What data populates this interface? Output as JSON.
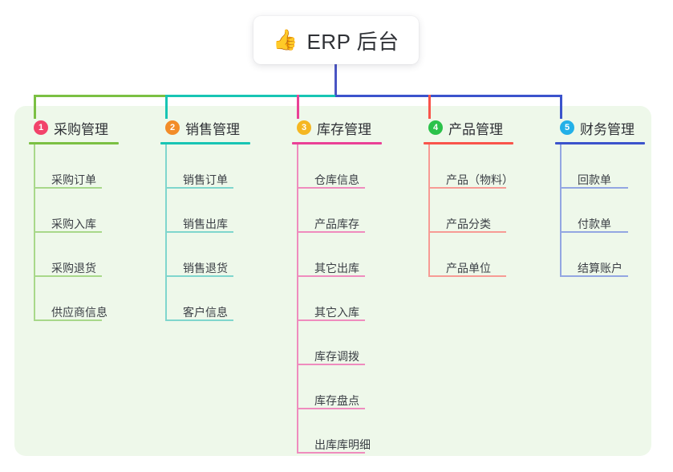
{
  "root": {
    "emoji": "👍",
    "emoji_name": "thumbs-up-emoji",
    "title": "ERP 后台"
  },
  "colors": {
    "stem": "#4a55c4",
    "panel_bg": "#eef8ea",
    "text": "#2f3136"
  },
  "columns": [
    {
      "number": "1",
      "title": "采购管理",
      "badge_color": "#f2436a",
      "line_color": "#7bc043",
      "rule_color": "#a8d88a",
      "spine_color": "#a8d88a",
      "head_width": 112,
      "item_rule_width": 85,
      "items": [
        {
          "label": "采购订单"
        },
        {
          "label": "采购入库"
        },
        {
          "label": "采购退货"
        },
        {
          "label": "供应商信息"
        }
      ]
    },
    {
      "number": "2",
      "title": "销售管理",
      "badge_color": "#f28c28",
      "line_color": "#18c5b4",
      "rule_color": "#7fd6cd",
      "spine_color": "#7fd6cd",
      "head_width": 112,
      "item_rule_width": 85,
      "items": [
        {
          "label": "销售订单"
        },
        {
          "label": "销售出库"
        },
        {
          "label": "销售退货"
        },
        {
          "label": "客户信息"
        }
      ]
    },
    {
      "number": "3",
      "title": "库存管理",
      "badge_color": "#f5b722",
      "line_color": "#ea4196",
      "rule_color": "#ef8cbe",
      "spine_color": "#ef8cbe",
      "head_width": 112,
      "item_rule_width": 85,
      "items": [
        {
          "label": "仓库信息"
        },
        {
          "label": "产品库存"
        },
        {
          "label": "其它出库"
        },
        {
          "label": "其它入库"
        },
        {
          "label": "库存调拨"
        },
        {
          "label": "库存盘点"
        },
        {
          "label": "出库库明细"
        }
      ]
    },
    {
      "number": "4",
      "title": "产品管理",
      "badge_color": "#2bc24a",
      "line_color": "#f9544b",
      "rule_color": "#f79b95",
      "spine_color": "#f79b95",
      "head_width": 112,
      "item_rule_width": 97,
      "items": [
        {
          "label": "产品（物料）"
        },
        {
          "label": "产品分类"
        },
        {
          "label": "产品单位"
        }
      ]
    },
    {
      "number": "5",
      "title": "财务管理",
      "badge_color": "#23b0e8",
      "line_color": "#3b53cc",
      "rule_color": "#93a6e2",
      "spine_color": "#93a6e2",
      "head_width": 112,
      "item_rule_width": 85,
      "items": [
        {
          "label": "回款单"
        },
        {
          "label": "付款单"
        },
        {
          "label": "结算账户"
        }
      ]
    }
  ]
}
